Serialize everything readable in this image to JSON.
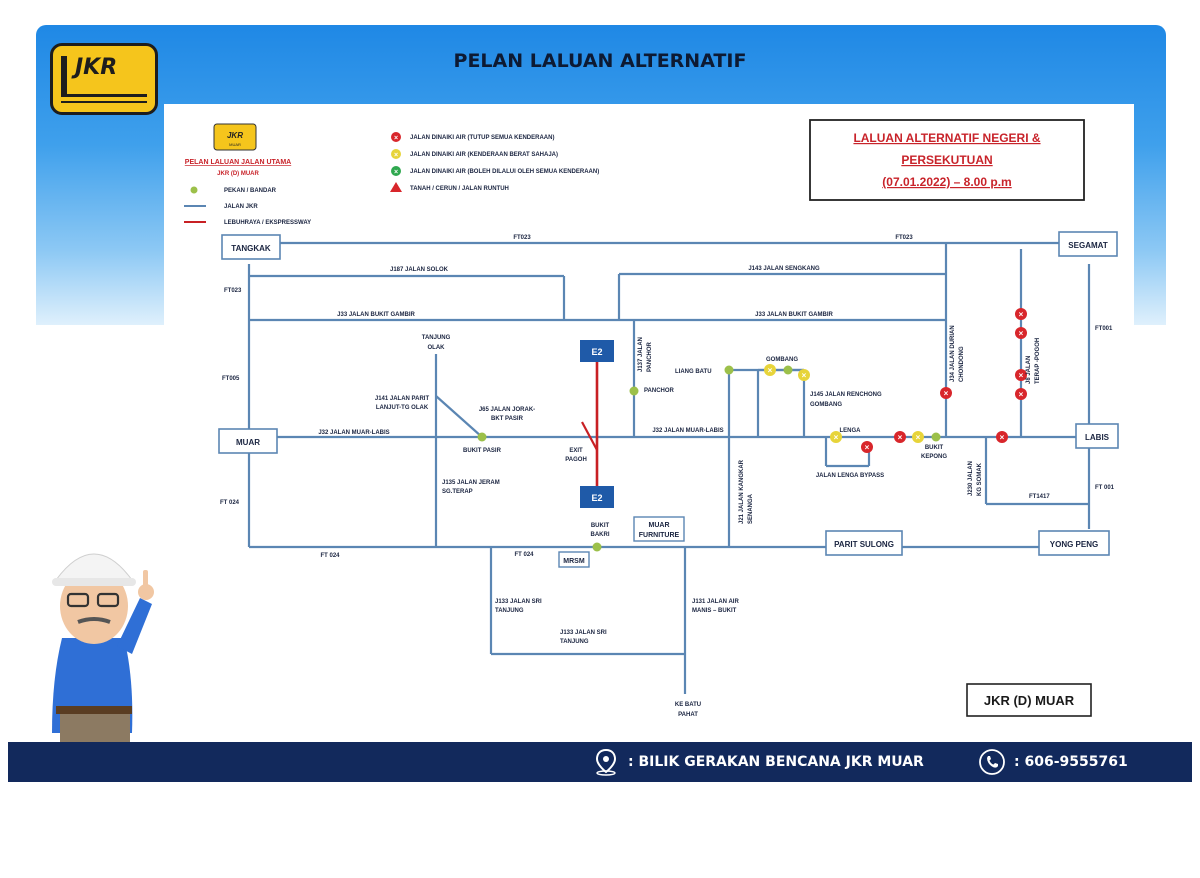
{
  "page_title": "PELAN LALUAN ALTERNATIF",
  "logo_text": "JKR",
  "small_logo": {
    "text": "JKR",
    "sub": "MUAR"
  },
  "legend": {
    "heading": "PELAN LALUAN JALAN UTAMA",
    "subheading": "JKR (D) MUAR",
    "items": [
      {
        "label": "PEKAN / BANDAR",
        "symbol": "green-dot-icon"
      },
      {
        "label": "JALAN JKR",
        "symbol": "blue-line-icon"
      },
      {
        "label": "LEBUHRAYA / EKSPRESSWAY",
        "symbol": "red-line-icon"
      }
    ],
    "status_items": [
      {
        "label": "JALAN DINAIKI AIR (TUTUP SEMUA KENDERAAN)",
        "symbol": "red-x-circle-icon"
      },
      {
        "label": "JALAN DINAIKI AIR (KENDERAAN BERAT SAHAJA)",
        "symbol": "yellow-x-circle-icon"
      },
      {
        "label": "JALAN DINAIKI AIR (BOLEH DILALUI OLEH SEMUA KENDERAAN)",
        "symbol": "green-x-circle-icon"
      },
      {
        "label": "TANAH / CERUN / JALAN RUNTUH",
        "symbol": "red-triangle-icon"
      }
    ]
  },
  "notice": {
    "line1": "LALUAN ALTERNATIF NEGERI &",
    "line2": "PERSEKUTUAN",
    "line3": "(07.01.2022) – 8.00 p.m"
  },
  "colors": {
    "road": "#5b86b3",
    "expressway": "#c82024",
    "town": "#9cc04a",
    "closed": "#d8262b",
    "heavy_only": "#e7d43a",
    "banner": "#2f95e8",
    "footer": "#12295c"
  },
  "places": {
    "tangkak": "TANGKAK",
    "segamat": "SEGAMAT",
    "muar": "MUAR",
    "labis": "LABIS",
    "parit_sulong": "PARIT SULONG",
    "yong_peng": "YONG PENG",
    "mrsm": "MRSM",
    "muar_furniture_1": "MUAR",
    "muar_furniture_2": "FURNITURE",
    "e2_north": "E2",
    "e2_south": "E2",
    "jkr_d_muar": "JKR (D) MUAR"
  },
  "labels": {
    "ft023_left": "FT023",
    "ft023_right": "FT023",
    "ft023_vert": "FT023",
    "ft005": "FT005",
    "ft024_vert": "FT 024",
    "ft024_bottom": "FT 024",
    "ft024_mid": "FT 024",
    "ft001_upper": "FT001",
    "ft001_lower": "FT 001",
    "ft1417": "FT1417",
    "j187": "J187 JALAN SOLOK",
    "j143": "J143 JALAN SENGKANG",
    "j33_left": "J33 JALAN BUKIT GAMBIR",
    "j33_right": "J33 JALAN BUKIT GAMBIR",
    "tanjung_olak_1": "TANJUNG",
    "tanjung_olak_2": "OLAK",
    "j141_1": "J141 JALAN PARIT",
    "j141_2": "LANJUT-TG OLAK",
    "j65_1": "J65 JALAN JORAK-",
    "j65_2": "BKT PASIR",
    "j32_left": "J32 JALAN MUAR-LABIS",
    "j32_right": "J32 JALAN MUAR-LABIS",
    "bukit_pasir": "BUKIT PASIR",
    "exit_pagoh_1": "EXIT",
    "exit_pagoh_2": "PAGOH",
    "j137_1": "J137 JALAN",
    "j137_2": "PANCHOR",
    "panchor": "PANCHOR",
    "liang_batu": "LIANG BATU",
    "gombang": "GOMBANG",
    "j145_1": "J145 JALAN RENCHONG",
    "j145_2": "GOMBANG",
    "lenga": "LENGA",
    "bukit_kepong_1": "BUKIT",
    "bukit_kepong_2": "KEPONG",
    "jalan_lenga_bypass": "JALAN LENGA BYPASS",
    "j34_1": "J34 JALAN DURIAN",
    "j34_2": "CHONDONG",
    "j8_1": "J8 JALAN",
    "j8_2": "TERAP -POGOH",
    "j230_1": "J230 JALAN",
    "j230_2": "KG SOMAK",
    "j135_1": "J135 JALAN JERAM",
    "j135_2": "SG.TERAP",
    "j21_1": "J21 JALAN KANGKAR",
    "j21_2": "SENANGA",
    "bukit_bakri_1": "BUKIT",
    "bukit_bakri_2": "BAKRI",
    "j133a_1": "J133 JALAN SRI",
    "j133a_2": "TANJUNG",
    "j133b_1": "J133 JALAN SRI",
    "j133b_2": "TANJUNG",
    "j131_1": "J131 JALAN AIR",
    "j131_2": "MANIS – BUKIT",
    "ke_batu_pahat_1": "KE BATU",
    "ke_batu_pahat_2": "PAHAT"
  },
  "footer": {
    "location_text": ": BILIK GERAKAN BENCANA JKR MUAR",
    "phone_text": ": 606-9555761",
    "location_icon": "map-pin-icon",
    "phone_icon": "phone-icon"
  }
}
